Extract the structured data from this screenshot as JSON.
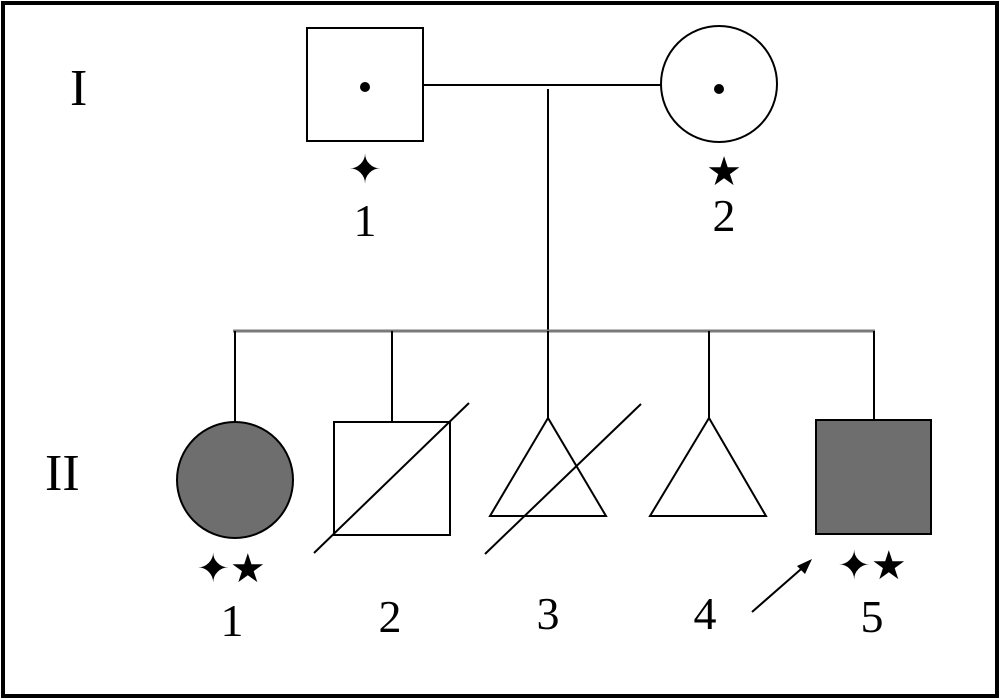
{
  "generations": [
    {
      "label": "I"
    },
    {
      "label": "II"
    }
  ],
  "colors": {
    "affected": "#6e6e6e",
    "unaffected": "#ffffff",
    "stroke": "#000000"
  },
  "markers": {
    "cross_star": "✦",
    "five_star": "★"
  },
  "individuals": [
    {
      "id": "I-1",
      "number": "1",
      "sex": "male",
      "affected": false,
      "carrier_dot": true,
      "deceased": false,
      "proband": false,
      "markers": "✦"
    },
    {
      "id": "I-2",
      "number": "2",
      "sex": "female",
      "affected": false,
      "carrier_dot": true,
      "deceased": false,
      "proband": false,
      "markers": "★"
    },
    {
      "id": "II-1",
      "number": "1",
      "sex": "female",
      "affected": true,
      "carrier_dot": false,
      "deceased": false,
      "proband": false,
      "markers": "✦★"
    },
    {
      "id": "II-2",
      "number": "2",
      "sex": "male",
      "affected": false,
      "carrier_dot": false,
      "deceased": true,
      "proband": false,
      "markers": ""
    },
    {
      "id": "II-3",
      "number": "3",
      "sex": "unknown",
      "affected": false,
      "carrier_dot": false,
      "deceased": true,
      "proband": false,
      "markers": ""
    },
    {
      "id": "II-4",
      "number": "4",
      "sex": "unknown",
      "affected": false,
      "carrier_dot": false,
      "deceased": false,
      "proband": false,
      "markers": ""
    },
    {
      "id": "II-5",
      "number": "5",
      "sex": "male",
      "affected": true,
      "carrier_dot": false,
      "deceased": false,
      "proband": true,
      "markers": "✦★"
    }
  ]
}
